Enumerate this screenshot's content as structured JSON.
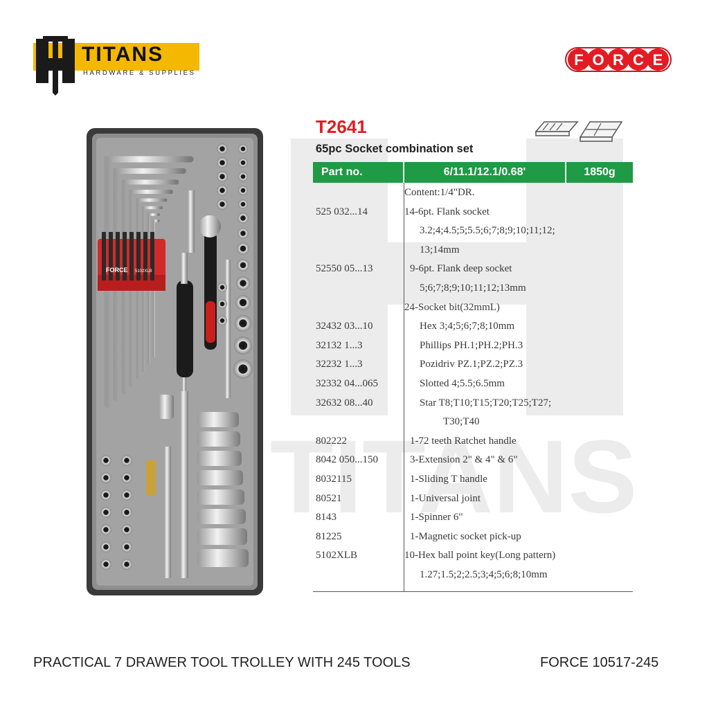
{
  "brand": {
    "name": "TITANS",
    "tagline": "HARDWARE & SUPPLIES",
    "maker": "FORCE"
  },
  "product": {
    "model": "T2641",
    "name": "65pc Socket combination set",
    "header": {
      "col1": "Part no.",
      "col2": "6/11.1/12.1/0.68'",
      "col3": "1850g"
    },
    "tray_label": "FORCE",
    "tray_label_small": "5102XLB"
  },
  "contents": [
    {
      "part": "",
      "desc": "Content:1/4\"DR.",
      "indent": 30
    },
    {
      "part": "525 032...14",
      "desc": "14-6pt. Flank socket",
      "indent": 30
    },
    {
      "part": "",
      "desc": "3.2;4;4.5;5;5.5;6;7;8;9;10;11;12;",
      "indent": 52
    },
    {
      "part": "",
      "desc": "13;14mm",
      "indent": 52
    },
    {
      "part": "52550 05...13",
      "desc": "9-6pt. Flank deep socket",
      "indent": 38
    },
    {
      "part": "",
      "desc": "5;6;7;8;9;10;11;12;13mm",
      "indent": 52
    },
    {
      "part": "",
      "desc": "24-Socket bit(32mmL)",
      "indent": 30
    },
    {
      "part": "32432 03...10",
      "desc": "Hex 3;4;5;6;7;8;10mm",
      "indent": 52
    },
    {
      "part": "32132 1...3",
      "desc": "Phillips PH.1;PH.2;PH.3",
      "indent": 52
    },
    {
      "part": "32232 1...3",
      "desc": "Pozidriv PZ.1;PZ.2;PZ.3",
      "indent": 52
    },
    {
      "part": "32332 04...065",
      "desc": "Slotted 4;5.5;6.5mm",
      "indent": 52
    },
    {
      "part": "32632 08...40",
      "desc": "Star T8;T10;T15;T20;T25;T27;",
      "indent": 52
    },
    {
      "part": "",
      "desc": "T30;T40",
      "indent": 86
    },
    {
      "part": "802222",
      "desc": "1-72 teeth Ratchet handle",
      "indent": 38
    },
    {
      "part": "8042 050...150",
      "desc": "3-Extension 2\" & 4\" & 6\"",
      "indent": 38
    },
    {
      "part": "8032115",
      "desc": "1-Sliding T handle",
      "indent": 38
    },
    {
      "part": "80521",
      "desc": "1-Universal joint",
      "indent": 38
    },
    {
      "part": "8143",
      "desc": "1-Spinner 6\"",
      "indent": 38
    },
    {
      "part": "81225",
      "desc": "1-Magnetic socket pick-up",
      "indent": 38
    },
    {
      "part": "5102XLB",
      "desc": "10-Hex ball point key(Long pattern)",
      "indent": 30
    },
    {
      "part": "",
      "desc": "1.27;1.5;2;2.5;3;4;5;6;8;10mm",
      "indent": 52
    }
  ],
  "footer": {
    "title": "PRACTICAL 7 DRAWER TOOL TROLLEY WITH 245 TOOLS",
    "model": "FORCE 10517-245"
  },
  "colors": {
    "accent_red": "#e31b23",
    "header_green": "#1f9a45",
    "logo_yellow": "#f5b800",
    "tray_gray": "#8a8a8a"
  }
}
